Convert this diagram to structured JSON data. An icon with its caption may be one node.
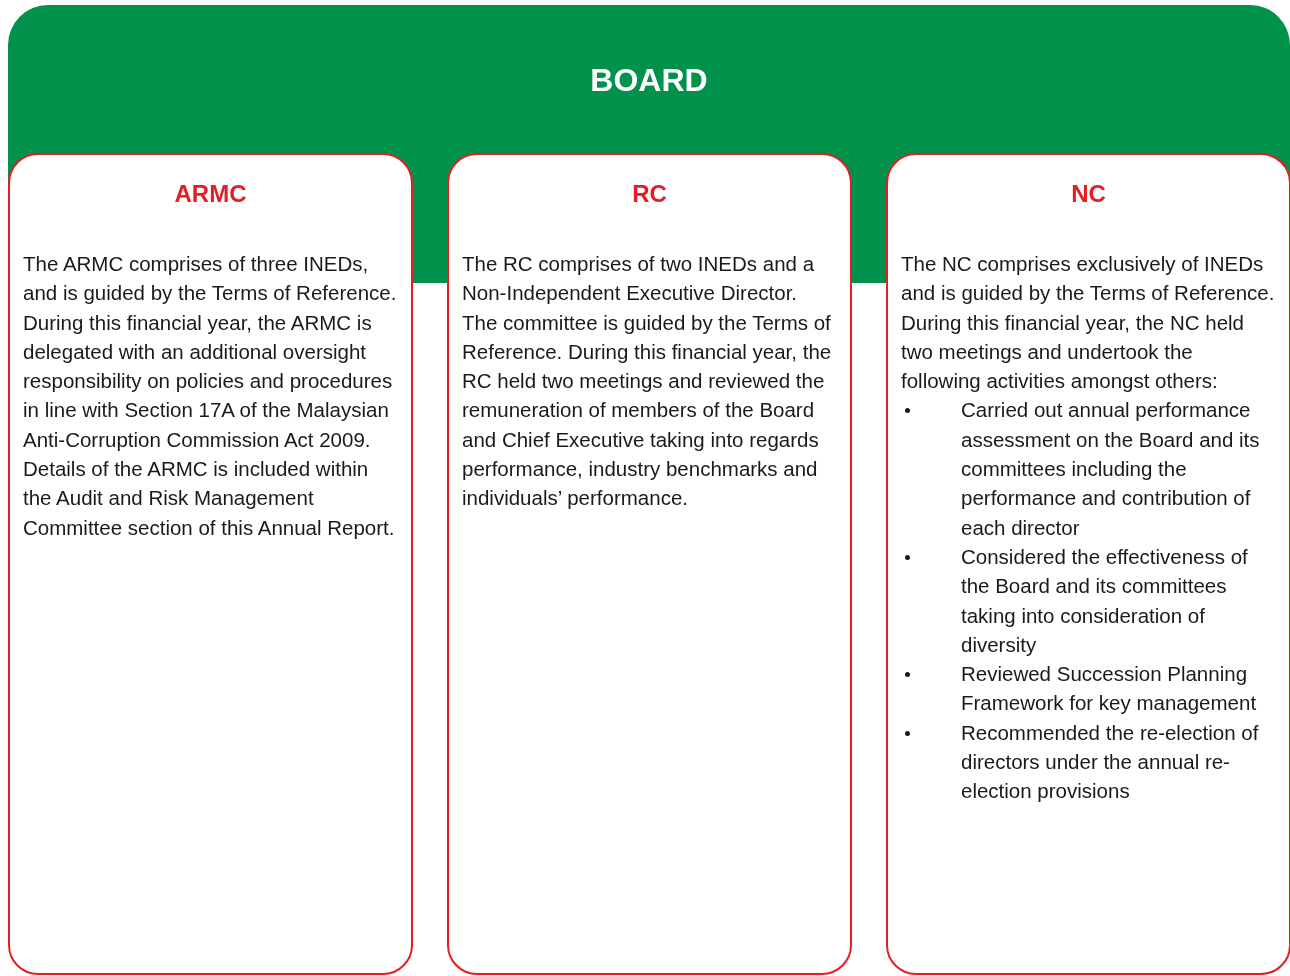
{
  "diagram": {
    "nodes": [
      {
        "text": [
          "BOARD"
        ]
      },
      {
        "text": [
          "ARMC",
          "The ARMC comprises of three INEDs, and is guided by the Terms of Reference. During this financial year, the ARMC is delegated with an additional oversight responsibility on policies and procedures in line with Section 17A of the Malaysian Anti-Corruption Commission Act 2009. Details of the ARMC is included within the Audit and Risk Management Committee section of this Annual Report."
        ]
      },
      {
        "text": [
          "RC",
          "The RC comprises of two INEDs and a Non-Independent Executive Director. The committee is guided by the Terms of Reference. During this financial year, the RC held two meetings and reviewed the remuneration of members of the Board and Chief Executive taking into regards performance, industry benchmarks and individuals’ performance."
        ]
      },
      {
        "text": [
          "NC",
          "The NC comprises exclusively of INEDs and is guided by the Terms of Reference. During this financial year, the NC held two meetings and undertook the following activities amongst others:",
          "Carried out annual performance assessment on the Board and its committees including the performance and contribution of each director",
          "Considered the effectiveness of the Board and its committees taking into consideration of diversity",
          "Reviewed Succession Planning Framework for key management",
          "Recommended the re-election of directors under the annual re-election provisions"
        ]
      }
    ]
  }
}
